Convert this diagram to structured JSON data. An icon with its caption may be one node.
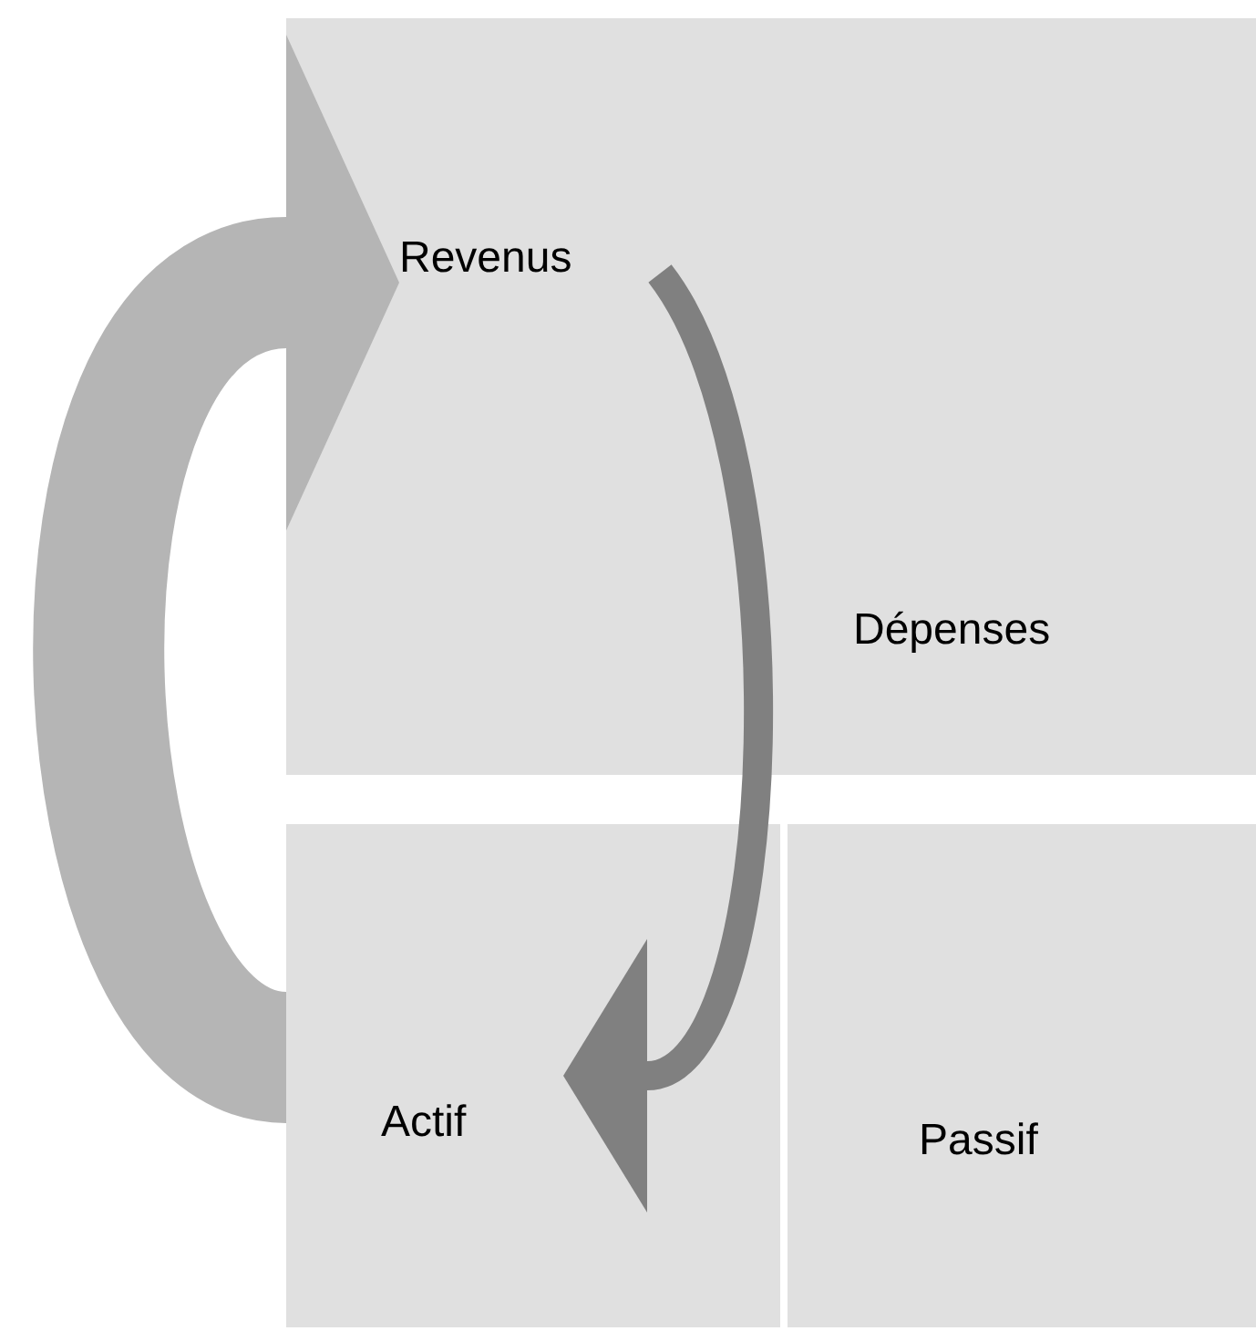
{
  "diagram": {
    "nodes": [
      {
        "text": [
          "Revenus"
        ]
      },
      {
        "text": [
          "Actif"
        ]
      },
      {
        "text": [
          "Passif"
        ]
      }
    ],
    "edges": [
      {
        "from": 0,
        "to": 1,
        "arrow": "to",
        "label": "Dépenses",
        "color": "#808080"
      },
      {
        "from": 1,
        "to": 0,
        "arrow": "to",
        "style": "thick",
        "color": "#b5b5b5"
      }
    ]
  }
}
